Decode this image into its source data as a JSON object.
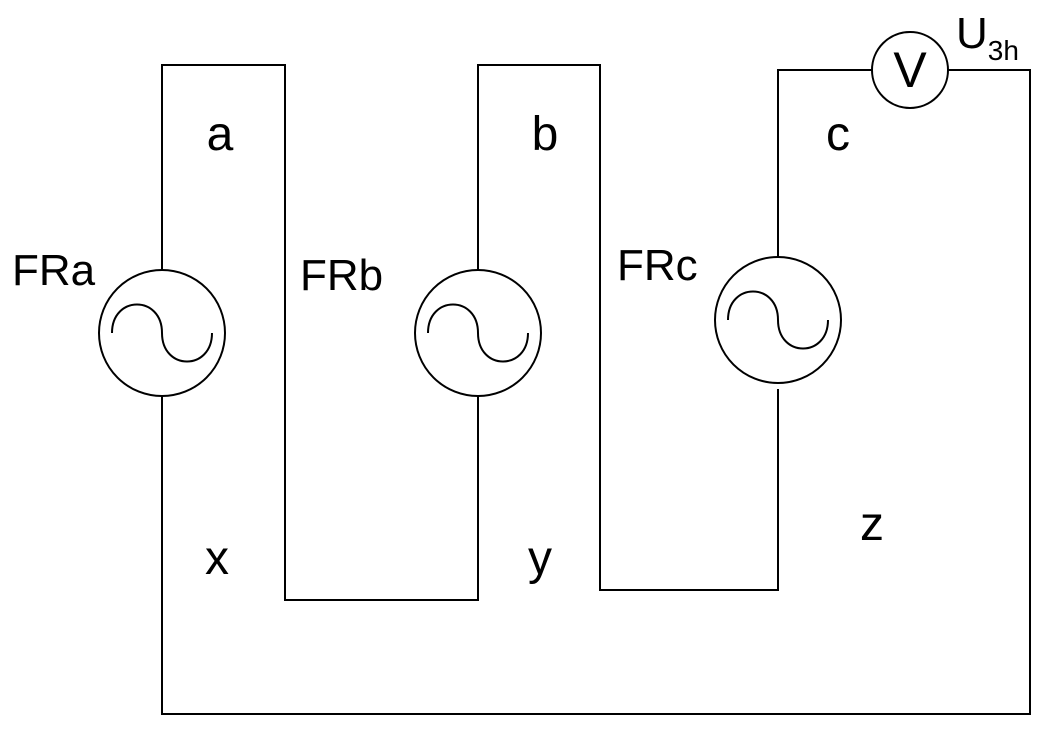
{
  "diagram": {
    "terminals": {
      "a": "a",
      "b": "b",
      "c": "c",
      "x": "x",
      "y": "y",
      "z": "z"
    },
    "sources": {
      "fra": "FRa",
      "frb": "FRb",
      "frc": "FRc"
    },
    "voltmeter": {
      "symbol": "V",
      "label_main": "U",
      "label_sub": "3h"
    }
  }
}
